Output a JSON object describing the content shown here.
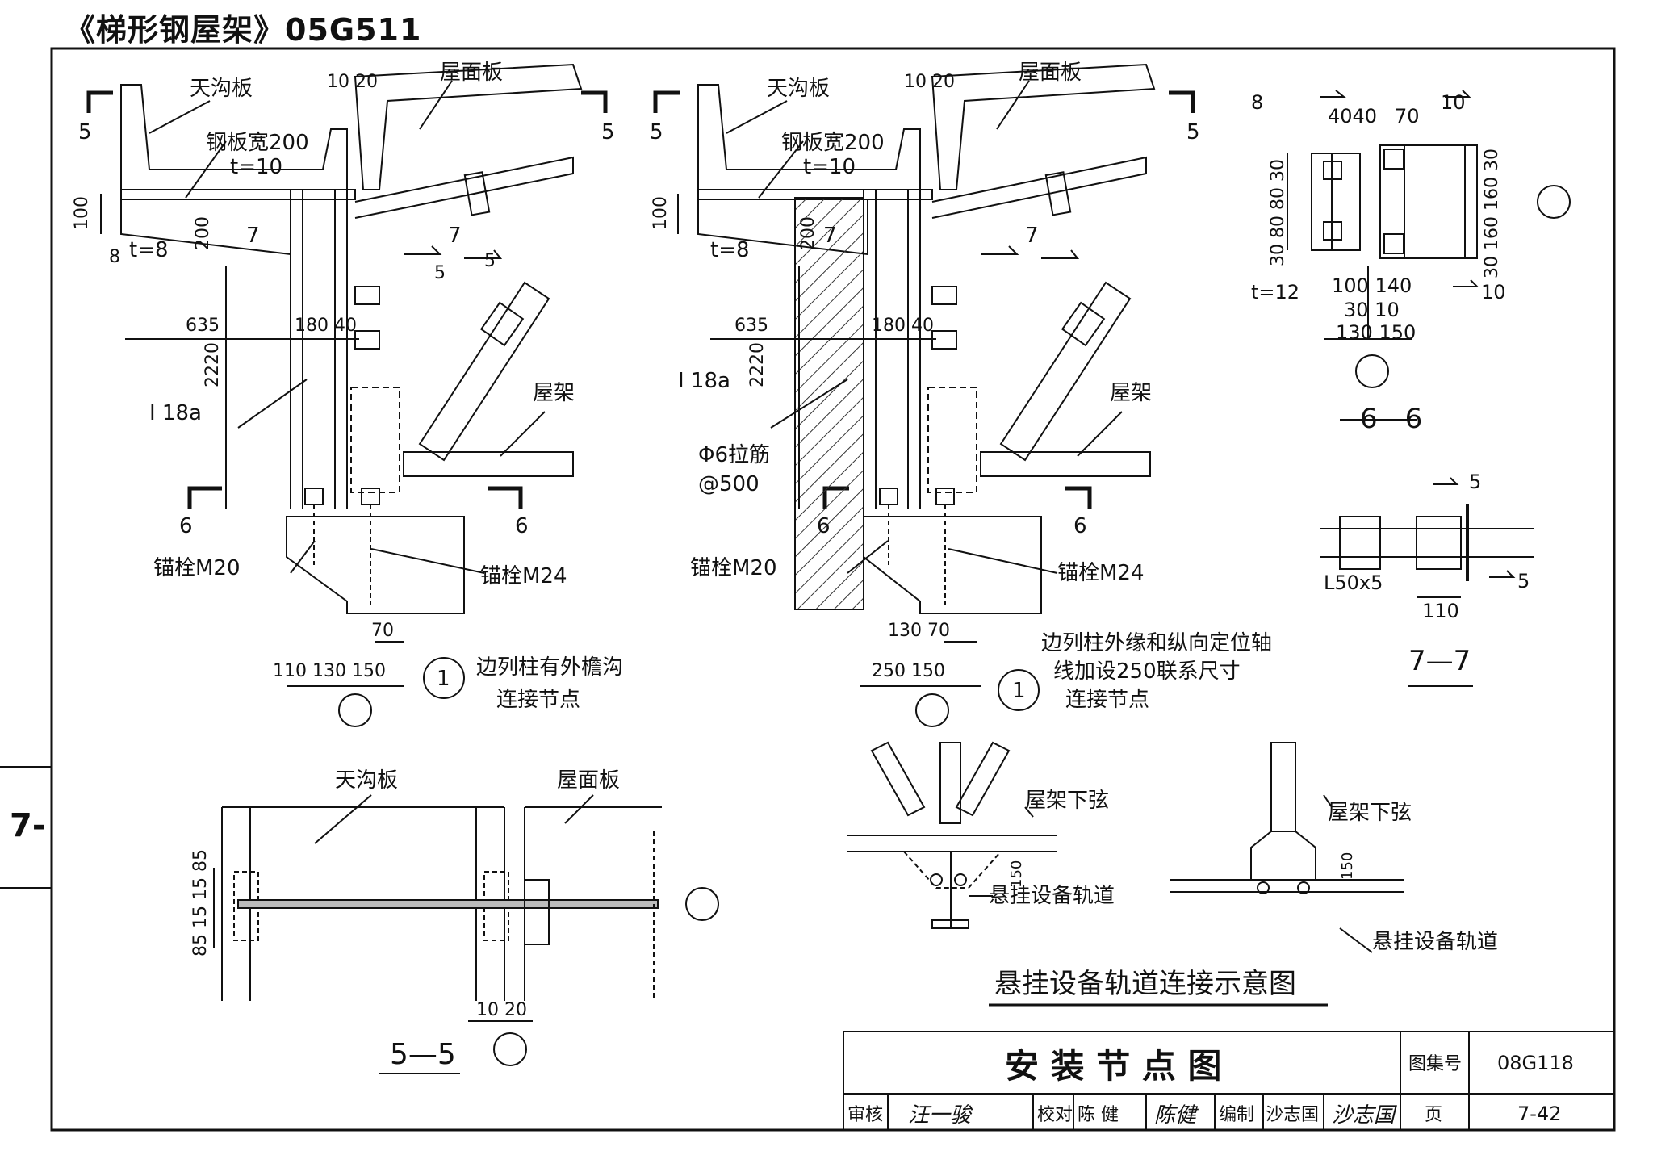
{
  "header": {
    "title": "《梯形钢屋架》05G511"
  },
  "side_page_label": "7-",
  "detail_left": {
    "gutter_label": "天沟板",
    "roof_label": "屋面板",
    "steel_plate": "钢板宽200",
    "plate_t": "t=10",
    "stiffener_t": "t=8",
    "dim_1020": "10 20",
    "dim_100": "100",
    "dim_200": "200",
    "dim_635": "635",
    "dim_180_40": "180 40",
    "dim_2220": "2220",
    "section_I": "I 18a",
    "truss": "屋架",
    "bolt_m20": "锚栓M20",
    "bolt_m24": "锚栓M24",
    "dim_70": "70",
    "dim_bottom": "110 130 150",
    "cut_5": "5",
    "cut_6": "6",
    "cut_7": "7",
    "weld_5": "5",
    "weld_8": "8",
    "node_no": "1",
    "caption_1": "边列柱有外檐沟",
    "caption_2": "连接节点"
  },
  "detail_mid": {
    "gutter_label": "天沟板",
    "roof_label": "屋面板",
    "steel_plate": "钢板宽200",
    "plate_t": "t=10",
    "stiffener_t": "t=8",
    "dim_1020": "10 20",
    "dim_100": "100",
    "dim_200": "200",
    "dim_635": "635",
    "dim_180_40": "180 40",
    "dim_2220": "2220",
    "section_I": "I 18a",
    "tie_bar": "Φ6拉筋",
    "tie_spacing": "@500",
    "truss": "屋架",
    "bolt_m20": "锚栓M20",
    "bolt_m24": "锚栓M24",
    "dim_130_70": "130  70",
    "dim_250_150": "250  150",
    "cut_5": "5",
    "cut_6": "6",
    "cut_7": "7",
    "node_no": "1",
    "caption_1": "边列柱外缘和纵向定位轴",
    "caption_2": "线加设250联系尺寸",
    "caption_3": "连接节点"
  },
  "section_66": {
    "title": "6—6",
    "weld_8": "8",
    "weld_10": "10",
    "dim_4040": "4040",
    "dim_70": "70",
    "dim_left_stack": "30 80 80 30",
    "dim_right_stack": "30 160 160 30",
    "plate_t": "t=12",
    "dim_100_140": "100 140",
    "dim_30_10": "30 10",
    "dim_130_150": "130 150",
    "weld_10b": "10"
  },
  "section_77": {
    "title": "7—7",
    "angle": "L50x5",
    "dim_110": "110",
    "weld_5": "5"
  },
  "section_55": {
    "title": "5—5",
    "gutter_label": "天沟板",
    "roof_label": "屋面板",
    "dim_side": "85 15 15 85",
    "dim_bottom": "10 20"
  },
  "rail_diagram": {
    "title": "悬挂设备轨道连接示意图",
    "chord_label": "屋架下弦",
    "rail_label": "悬挂设备轨道",
    "dim_150": "150"
  },
  "title_block": {
    "drawing_title": "安 装 节 点 图",
    "atlas_label": "图集号",
    "atlas_no": "08G118",
    "review_label": "审核",
    "review_sign": "汪一骏",
    "check_label": "校对",
    "check_name": "陈 健",
    "check_sign": "陈健",
    "draw_label": "编制",
    "draw_name": "沙志国",
    "draw_sign": "沙志国",
    "page_label": "页",
    "page_no": "7-42"
  }
}
